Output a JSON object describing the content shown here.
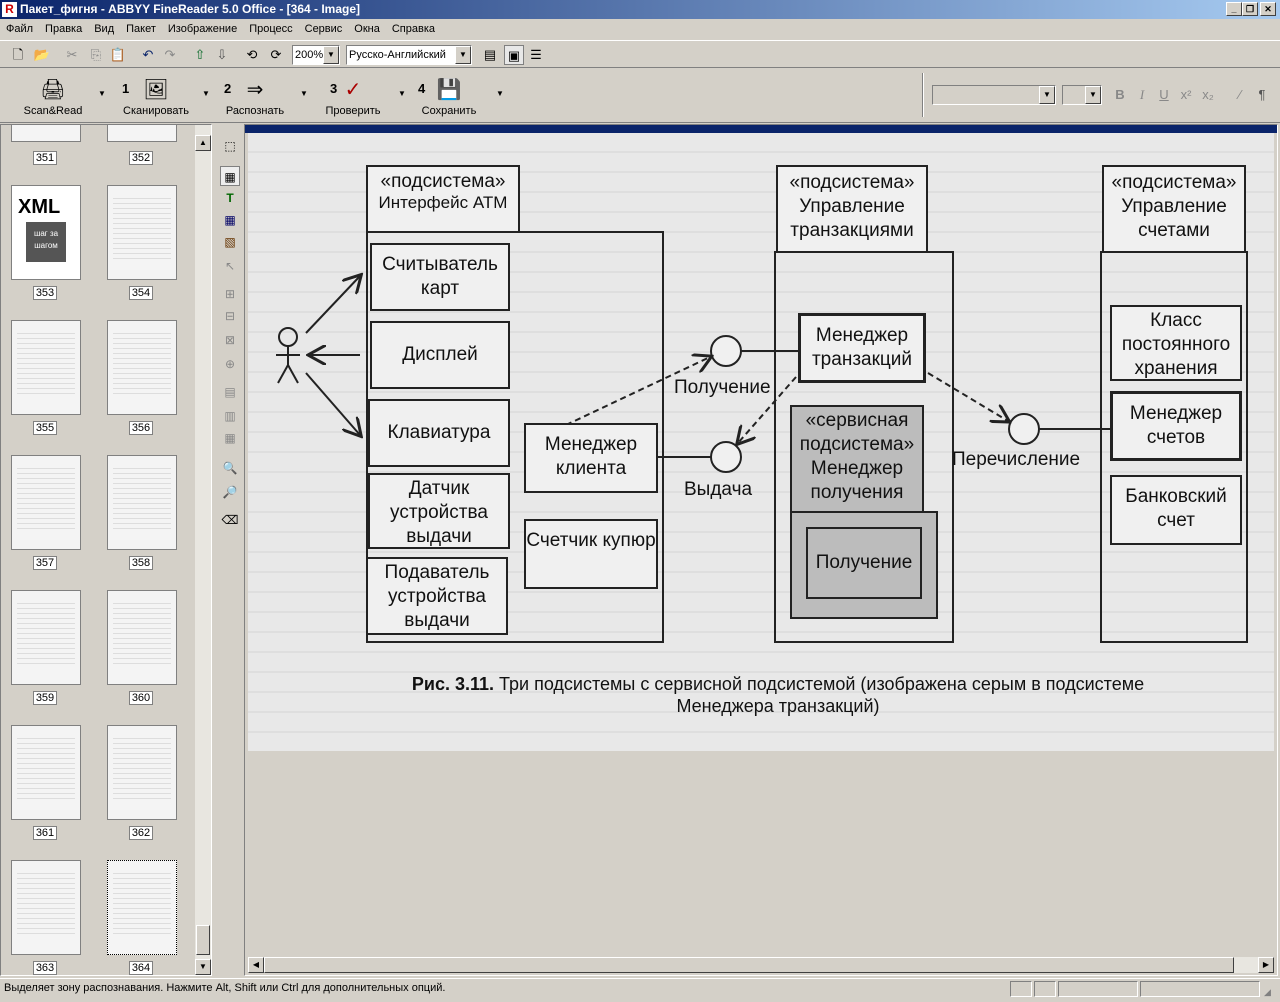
{
  "window": {
    "title": "Пакет_фигня - ABBYY FineReader 5.0 Office - [364 - Image]"
  },
  "menu": [
    "Файл",
    "Правка",
    "Вид",
    "Пакет",
    "Изображение",
    "Процесс",
    "Сервис",
    "Окна",
    "Справка"
  ],
  "toolbar": {
    "zoom": "200%",
    "language": "Русско-Английский"
  },
  "big_buttons": [
    {
      "num": "",
      "label": "Scan&Read"
    },
    {
      "num": "1",
      "label": "Сканировать"
    },
    {
      "num": "2",
      "label": "Распознать"
    },
    {
      "num": "3",
      "label": "Проверить"
    },
    {
      "num": "4",
      "label": "Сохранить"
    }
  ],
  "format_toolbar": {
    "bold": "B",
    "italic": "I",
    "underline": "U",
    "superscript": "x²",
    "subscript": "x₂",
    "pilcrow": "¶"
  },
  "thumbnails": [
    "351",
    "352",
    "353",
    "354",
    "355",
    "356",
    "357",
    "358",
    "359",
    "360",
    "361",
    "362",
    "363",
    "364"
  ],
  "thumb_cover": {
    "title": "XML",
    "subtitle": "шаг за шагом"
  },
  "diagram": {
    "sub1_stereo": "«подсистема»",
    "sub1_name": "Интерфейс ATM",
    "sub2_stereo": "«подсистема»",
    "sub2_name": "Управление транзакциями",
    "sub3_stereo": "«подсистема»",
    "sub3_name": "Управление счетами",
    "card_reader": "Считыватель карт",
    "display": "Дисплей",
    "keyboard": "Клавиатура",
    "dispense_sensor": "Датчик устройства выдачи",
    "feeder": "Подаватель устройства выдачи",
    "client_manager": "Менеджер клиента",
    "bill_counter": "Счетчик купюр",
    "receive_label": "Получение",
    "dispense_label": "Выдача",
    "tx_manager": "Менеджер транзакций",
    "service_sub": "«сервисная подсистема» Менеджер получения",
    "receive_inner": "Получение",
    "transfer_label": "Перечисление",
    "persistent": "Класс постоянного хранения",
    "account_manager": "Менеджер счетов",
    "bank_account": "Банковский счет",
    "caption_bold": "Рис. 3.11.",
    "caption_rest": "Три подсистемы с сервисной подсистемой (изображена серым в подсистеме Менеджера транзакций)"
  },
  "status": {
    "text": "Выделяет зону распознавания. Нажмите Alt, Shift или Ctrl для дополнительных опций."
  }
}
